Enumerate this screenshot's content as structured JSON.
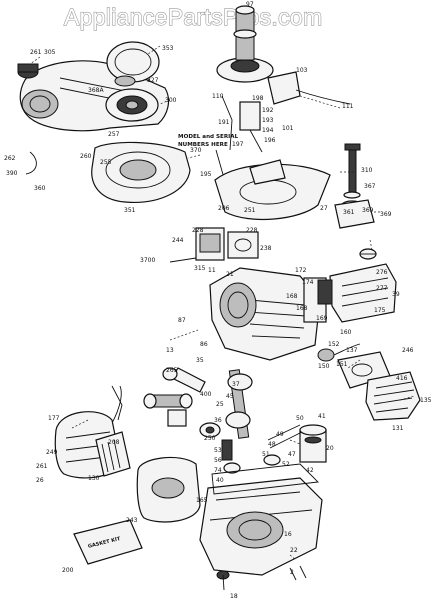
{
  "watermark": "AppliancePartsPros.com",
  "model_note_line1": "MODEL and SERIAL",
  "model_note_line2": "NUMBERS HERE",
  "gasket_kit_label": "GASKET KIT",
  "part_numbers": [
    "261",
    "305",
    "353",
    "327",
    "368A",
    "300",
    "257",
    "370",
    "262",
    "390",
    "360",
    "255",
    "351",
    "260",
    "97",
    "101",
    "103",
    "110",
    "111",
    "191",
    "192",
    "193",
    "194",
    "195",
    "196",
    "197",
    "198",
    "310",
    "367",
    "361",
    "369",
    "369",
    "251",
    "206",
    "228",
    "228",
    "244",
    "238",
    "27",
    "3700",
    "11",
    "315",
    "172",
    "174",
    "168",
    "168",
    "169",
    "175",
    "150",
    "151",
    "152",
    "160",
    "21",
    "13",
    "131",
    "135",
    "137",
    "246",
    "177",
    "208",
    "250",
    "249",
    "261",
    "26",
    "25",
    "45",
    "50",
    "47",
    "49",
    "48",
    "51",
    "52",
    "53",
    "56",
    "74",
    "40",
    "41",
    "42",
    "20",
    "22",
    "2",
    "16",
    "18",
    "86",
    "87",
    "35",
    "37",
    "36",
    "400",
    "200",
    "243",
    "165",
    "265",
    "130",
    "416",
    "276",
    "277",
    "39"
  ],
  "colors": {
    "line": "#111111",
    "watermark_fill": "#ffffff",
    "watermark_stroke": "#9c9c9c"
  }
}
